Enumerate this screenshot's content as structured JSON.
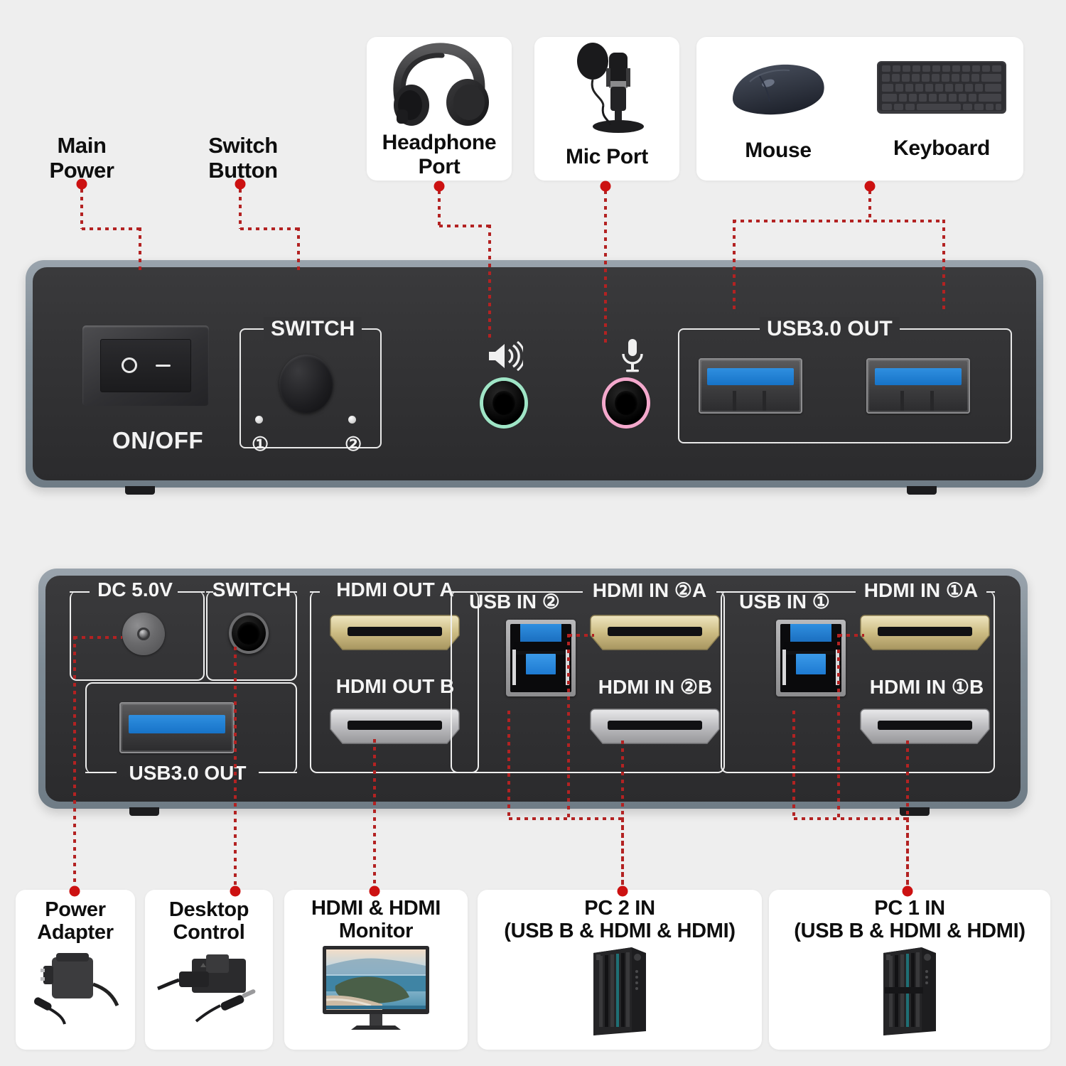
{
  "diagram": {
    "title": "HDMI KVM Switch Port Diagram",
    "accent_color": "#cc1111",
    "background_color": "#eeeeee",
    "chassis_color": "#7e8b95",
    "face_color": "#333335"
  },
  "top_callouts": [
    {
      "id": "main-power",
      "label_line1": "Main",
      "label_line2": "Power",
      "card": false
    },
    {
      "id": "switch-button",
      "label_line1": "Switch",
      "label_line2": "Button",
      "card": false
    },
    {
      "id": "headphone-port",
      "label_line1": "Headphone",
      "label_line2": "Port",
      "card": true,
      "icon": "headphones-image"
    },
    {
      "id": "mic-port",
      "label_line1": "Mic Port",
      "label_line2": "",
      "card": true,
      "icon": "microphone-image"
    },
    {
      "id": "mouse",
      "label_line1": "Mouse",
      "label_line2": "",
      "card": true,
      "icon": "mouse-image"
    },
    {
      "id": "keyboard",
      "label_line1": "Keyboard",
      "label_line2": "",
      "card": true,
      "icon": "keyboard-image"
    }
  ],
  "front_panel": {
    "power_switch": {
      "name": "main-power-rocker",
      "label": "ON/OFF",
      "marking_on": "○",
      "marking_off": "–"
    },
    "switch_group": {
      "label": "SWITCH",
      "led_1": "①",
      "led_2": "②"
    },
    "headphone_jack": {
      "icon": "speaker-icon",
      "color": "#9fe5c6"
    },
    "mic_jack": {
      "icon": "microphone-icon",
      "color": "#f4a8cc"
    },
    "usb_group": {
      "label": "USB3.0 OUT",
      "port_count": 2
    }
  },
  "rear_panel": {
    "groups": [
      {
        "id": "dc-power",
        "label": "DC 5.0V",
        "port": "dc-jack"
      },
      {
        "id": "switch",
        "label": "SWITCH",
        "port": "switch-jack"
      },
      {
        "id": "usb-out",
        "label": "USB3.0 OUT",
        "port": "usb-a"
      },
      {
        "id": "hdmi-out-a",
        "label": "HDMI OUT A",
        "port": "hdmi-gold"
      },
      {
        "id": "hdmi-out-b",
        "label": "HDMI OUT B",
        "port": "hdmi-silver"
      },
      {
        "id": "usb-in-2",
        "label": "USB IN ②",
        "port": "usb-b"
      },
      {
        "id": "hdmi-in-2a",
        "label": "HDMI IN ②A",
        "port": "hdmi-gold"
      },
      {
        "id": "hdmi-in-2b",
        "label": "HDMI IN ②B",
        "port": "hdmi-silver"
      },
      {
        "id": "usb-in-1",
        "label": "USB IN ①",
        "port": "usb-b"
      },
      {
        "id": "hdmi-in-1a",
        "label": "HDMI IN ①A",
        "port": "hdmi-gold"
      },
      {
        "id": "hdmi-in-1b",
        "label": "HDMI IN ①B",
        "port": "hdmi-silver"
      }
    ]
  },
  "bottom_callouts": [
    {
      "id": "power-adapter",
      "label_line1": "Power",
      "label_line2": "Adapter",
      "icon": "power-adapter-image"
    },
    {
      "id": "desktop-control",
      "label_line1": "Desktop",
      "label_line2": "Control",
      "icon": "desktop-controller-image"
    },
    {
      "id": "hdmi-monitor",
      "label_line1": "HDMI & HDMI",
      "label_line2": "Monitor",
      "icon": "monitor-image"
    },
    {
      "id": "pc-2-in",
      "label_line1": "PC 2 IN",
      "label_line2": "(USB B & HDMI & HDMI)",
      "icon": "desktop-tower-image"
    },
    {
      "id": "pc-1-in",
      "label_line1": "PC 1 IN",
      "label_line2": "(USB B & HDMI & HDMI)",
      "icon": "desktop-tower-image"
    }
  ]
}
